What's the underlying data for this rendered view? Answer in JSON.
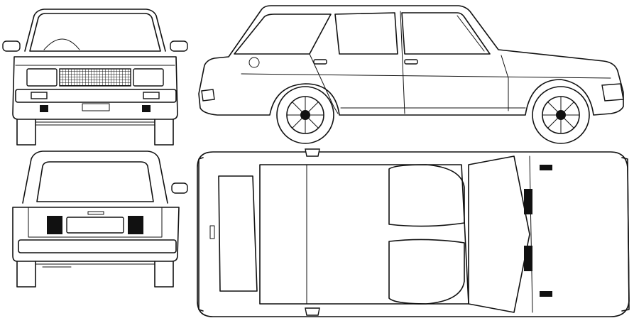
{
  "drawing": {
    "subject": "",
    "views": [
      "front-view",
      "side-view",
      "rear-view",
      "top-view"
    ]
  }
}
